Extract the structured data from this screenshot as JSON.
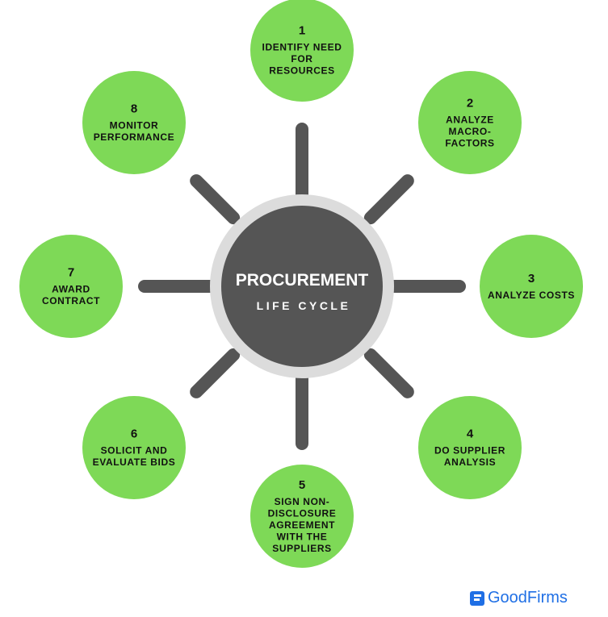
{
  "center": {
    "title": "PROCUREMENT",
    "subtitle": "LIFE CYCLE"
  },
  "steps": [
    {
      "number": "1",
      "lines": [
        "IDENTIFY NEED",
        "FOR",
        "RESOURCES"
      ]
    },
    {
      "number": "2",
      "lines": [
        "ANALYZE",
        "MACRO-",
        "FACTORS"
      ]
    },
    {
      "number": "3",
      "lines": [
        "ANALYZE COSTS"
      ]
    },
    {
      "number": "4",
      "lines": [
        "DO SUPPLIER",
        "ANALYSIS"
      ]
    },
    {
      "number": "5",
      "lines": [
        "SIGN NON-",
        "DISCLOSURE",
        "AGREEMENT",
        "WITH THE",
        "SUPPLIERS"
      ]
    },
    {
      "number": "6",
      "lines": [
        "SOLICIT AND",
        "EVALUATE BIDS"
      ]
    },
    {
      "number": "7",
      "lines": [
        "AWARD",
        "CONTRACT"
      ]
    },
    {
      "number": "8",
      "lines": [
        "MONITOR",
        "PERFORMANCE"
      ]
    }
  ],
  "colors": {
    "green": "#7ed957",
    "dark": "#555555",
    "ring": "#dcdcdc",
    "brand": "#1f6fe5"
  },
  "logo": {
    "text": "GoodFirms"
  }
}
